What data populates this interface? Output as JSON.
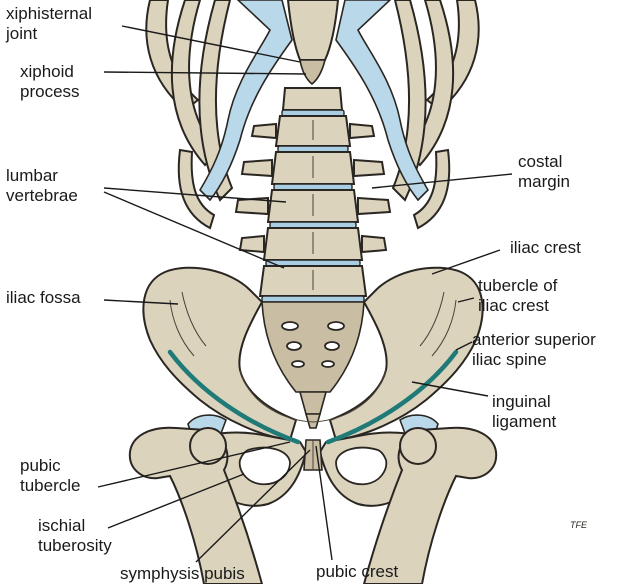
{
  "labels": {
    "xiphisternal_joint": "xiphisternal\njoint",
    "xiphoid_process": "xiphoid\nprocess",
    "lumbar_vertebrae": "lumbar\nvertebrae",
    "iliac_fossa": "iliac fossa",
    "pubic_tubercle": "pubic\ntubercle",
    "ischial_tuberosity": "ischial\ntuberosity",
    "symphysis_pubis": "symphysis pubis",
    "pubic_crest": "pubic crest",
    "costal_margin": "costal\nmargin",
    "iliac_crest": "iliac crest",
    "tubercle_of_iliac_crest": "tubercle of\niliac crest",
    "anterior_superior_iliac_spine": "anterior superior\niliac spine",
    "inguinal_ligament": "inguinal\nligament",
    "artist_signature": "TFE"
  },
  "colors": {
    "bone": "#dcd3bd",
    "cartilage": "#b9d8ea",
    "ligament": "#1f7a78",
    "outline": "#2a2622",
    "text": "#1a1a1a"
  }
}
